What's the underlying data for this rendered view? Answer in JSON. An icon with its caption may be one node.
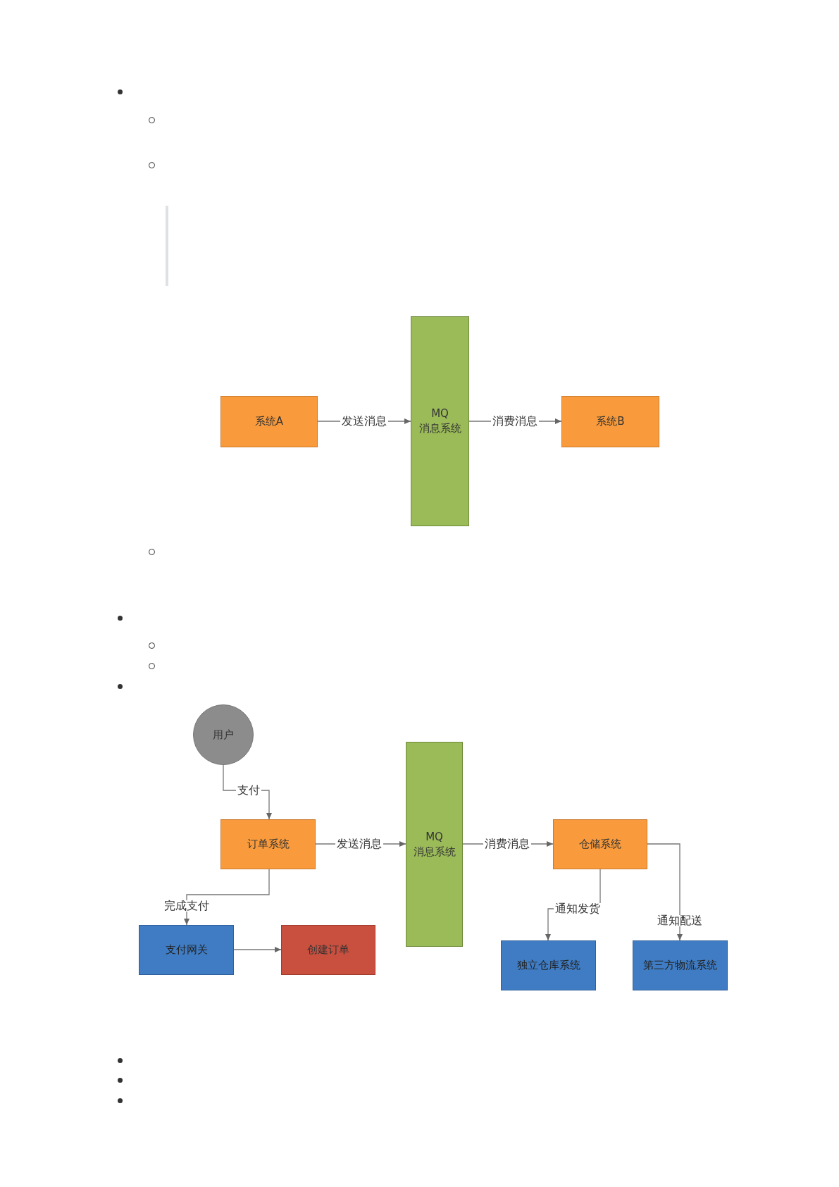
{
  "diagram": {
    "nodes": [
      {
        "text": [
          "系统A"
        ]
      },
      {
        "text": [
          "MQ 消息系统"
        ]
      },
      {
        "text": [
          "系统B"
        ]
      },
      {
        "text": [
          "用户"
        ]
      },
      {
        "text": [
          "订单系统"
        ]
      },
      {
        "text": [
          "MQ 消息系统"
        ]
      },
      {
        "text": [
          "仓储系统"
        ]
      },
      {
        "text": [
          "支付网关"
        ]
      },
      {
        "text": [
          "创建订单"
        ]
      },
      {
        "text": [
          "独立仓库系统"
        ]
      },
      {
        "text": [
          "第三方物流系统"
        ]
      }
    ],
    "edges": [
      {
        "from": 0,
        "to": 1,
        "arrow": "to",
        "label": "发送消息"
      },
      {
        "from": 1,
        "to": 2,
        "arrow": "to",
        "label": "消费消息"
      },
      {
        "from": 3,
        "to": 4,
        "arrow": "to",
        "label": "支付"
      },
      {
        "from": 4,
        "to": 5,
        "arrow": "to",
        "label": "发送消息"
      },
      {
        "from": 4,
        "to": 7,
        "arrow": "to",
        "label": "完成支付"
      },
      {
        "from": 5,
        "to": 6,
        "arrow": "to",
        "label": "消费消息"
      },
      {
        "from": 7,
        "to": 8,
        "arrow": "to"
      },
      {
        "from": 6,
        "to": 9,
        "arrow": "to",
        "label": "通知发货"
      },
      {
        "from": 6,
        "to": 10,
        "arrow": "to",
        "label": "通知配送"
      }
    ]
  }
}
